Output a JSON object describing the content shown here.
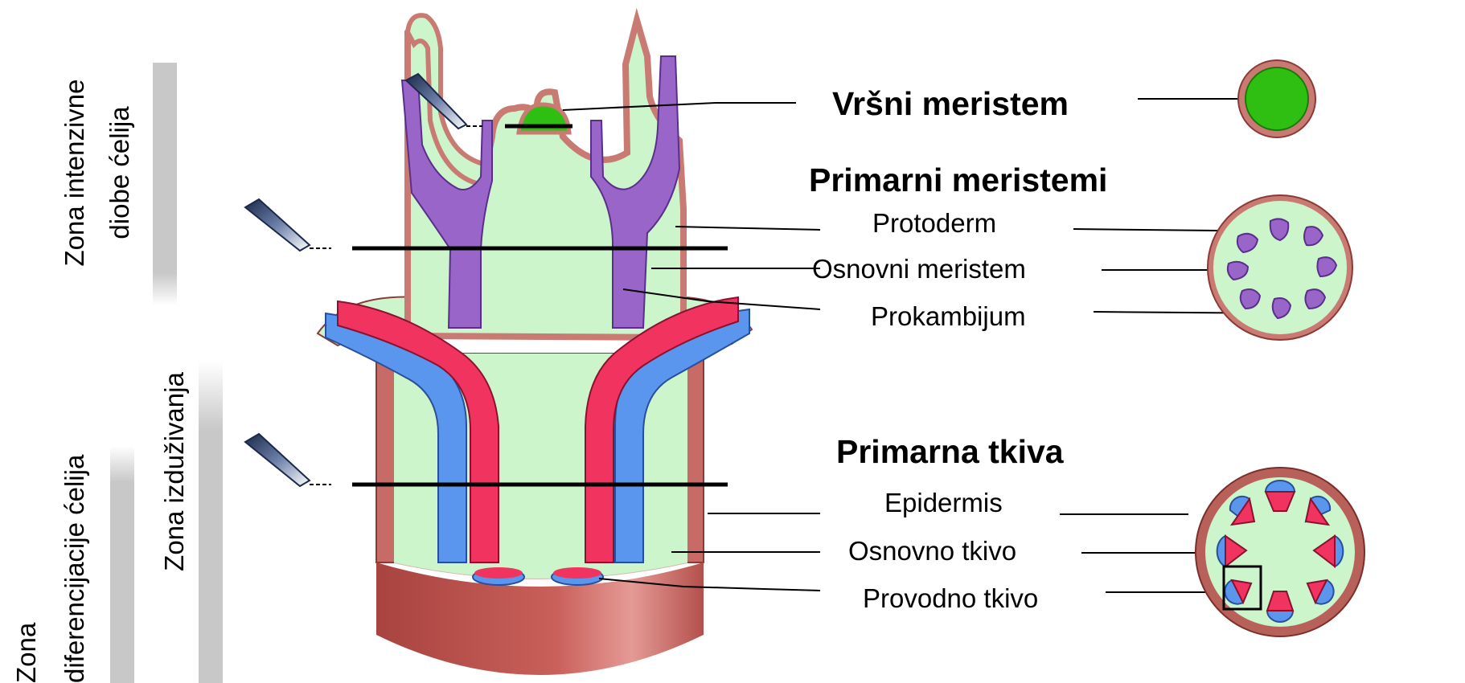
{
  "zones": {
    "intensive_division_line1": "Zona intenzivne",
    "intensive_division_line2": "diobe ćelija",
    "elongation": "Zona izduživanja",
    "differentiation_line1": "Zona",
    "differentiation_line2": "diferencijacije ćelija"
  },
  "labels": {
    "apical_meristem": "Vršni meristem",
    "primary_meristems": "Primarni meristemi",
    "protoderm": "Protoderm",
    "ground_meristem": "Osnovni meristem",
    "procambium": "Prokambijum",
    "primary_tissues": "Primarna tkiva",
    "epidermis": "Epidermis",
    "ground_tissue": "Osnovno tkivo",
    "vascular_tissue": "Provodno tkivo"
  },
  "colors": {
    "protoderm_brown": "#c97a72",
    "ground_green": "#ccf5cc",
    "procambium_purple": "#9a65c9",
    "apical_green": "#2fbf12",
    "xylem_red": "#f0345f",
    "phloem_blue": "#5a96ee",
    "epidermis_dark": "#b8605a",
    "zone_bar_gray": "#c8c8c8"
  }
}
